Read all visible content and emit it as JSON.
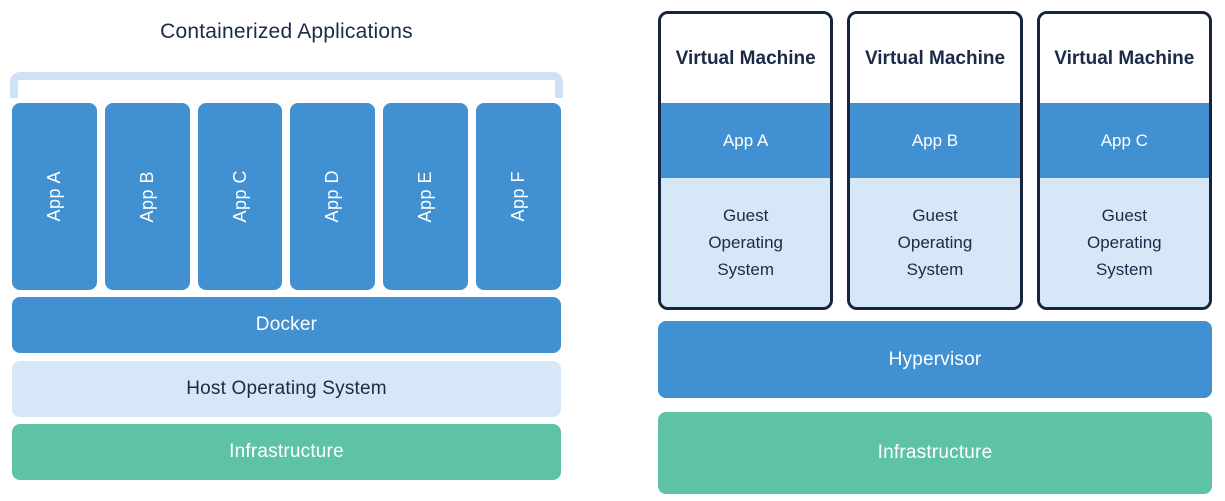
{
  "colors": {
    "blue": "#4190d1",
    "light-blue": "#d6e8f7",
    "green": "#5ec3a6",
    "navy": "#1b2a47",
    "bracket": "#cfe2f5"
  },
  "left": {
    "title": "Containerized Applications",
    "apps": [
      "App A",
      "App B",
      "App C",
      "App D",
      "App E",
      "App F"
    ],
    "layers": {
      "docker": "Docker",
      "host_os": "Host Operating System",
      "infrastructure": "Infrastructure"
    }
  },
  "right": {
    "vms": [
      {
        "title": "Virtual Machine",
        "app": "App A",
        "guest_os": "Guest\nOperating\nSystem"
      },
      {
        "title": "Virtual Machine",
        "app": "App B",
        "guest_os": "Guest\nOperating\nSystem"
      },
      {
        "title": "Virtual Machine",
        "app": "App C",
        "guest_os": "Guest\nOperating\nSystem"
      }
    ],
    "layers": {
      "hypervisor": "Hypervisor",
      "infrastructure": "Infrastructure"
    }
  }
}
